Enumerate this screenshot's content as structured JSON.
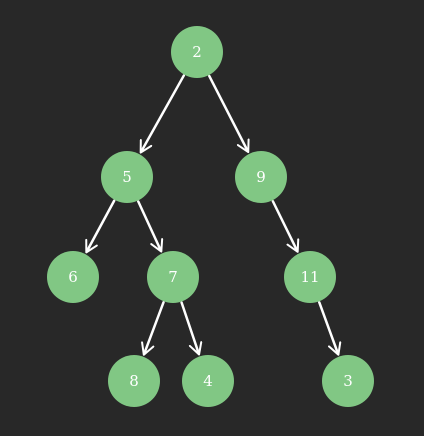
{
  "colors": {
    "background": "#282828",
    "node_fill": "#81c784",
    "edge": "#ffffff",
    "label": "#ffffff"
  },
  "tree": {
    "nodes": [
      {
        "id": "n2",
        "label": "2"
      },
      {
        "id": "n5",
        "label": "5"
      },
      {
        "id": "n9",
        "label": "9"
      },
      {
        "id": "n6",
        "label": "6"
      },
      {
        "id": "n7",
        "label": "7"
      },
      {
        "id": "n11",
        "label": "11"
      },
      {
        "id": "n8",
        "label": "8"
      },
      {
        "id": "n4",
        "label": "4"
      },
      {
        "id": "n3",
        "label": "3"
      }
    ],
    "edges": [
      {
        "from": "n2",
        "to": "n5"
      },
      {
        "from": "n2",
        "to": "n9"
      },
      {
        "from": "n5",
        "to": "n6"
      },
      {
        "from": "n5",
        "to": "n7"
      },
      {
        "from": "n9",
        "to": "n11"
      },
      {
        "from": "n7",
        "to": "n8"
      },
      {
        "from": "n7",
        "to": "n4"
      },
      {
        "from": "n11",
        "to": "n3"
      }
    ]
  }
}
